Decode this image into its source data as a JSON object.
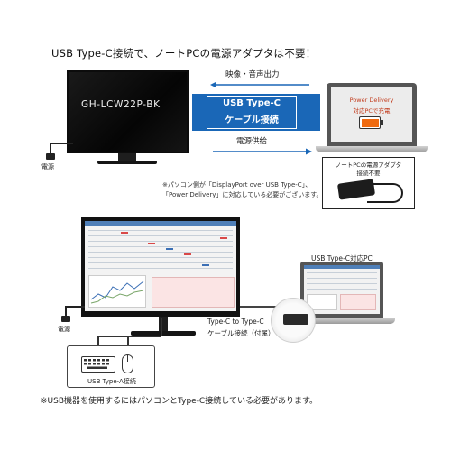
{
  "headline": "USB Type-C接続で、ノートPCの電源アダプタは不要！",
  "top": {
    "monitor_model": "GH-LCW22P-BK",
    "power_label": "電源",
    "video_audio_output": "映像・音声出力",
    "connection_title_line1": "USB Type-C",
    "connection_title_line2": "ケーブル接続",
    "power_supply": "電源供給",
    "laptop_line1": "Power Delivery",
    "laptop_line2": "対応PCで充電",
    "adapter_line1": "ノートPCの電源アダプタ",
    "adapter_line2": "接続不要",
    "note_line1": "※パソコン側が「DisplayPort over USB Type-C」、",
    "note_line2": "「Power Delivery」に対応している必要がございます。"
  },
  "bottom": {
    "power_label": "電源",
    "usb_c_pc": "USB Type-C対応PC",
    "cable_line1": "Type-C to Type-C",
    "cable_line2": "ケーブル接続（付属）",
    "usb_a": "USB Type-A接続",
    "note": "※USB機器を使用するにはパソコンとType-C接続している必要があります。"
  },
  "colors": {
    "band_blue": "#1a67b7",
    "battery_orange": "#ef6a10",
    "pd_text_red": "#c23b1c"
  },
  "icons": [
    "power-plug-icon",
    "battery-icon",
    "keyboard-icon",
    "mouse-icon",
    "arrow-right-icon",
    "arrow-left-icon"
  ]
}
